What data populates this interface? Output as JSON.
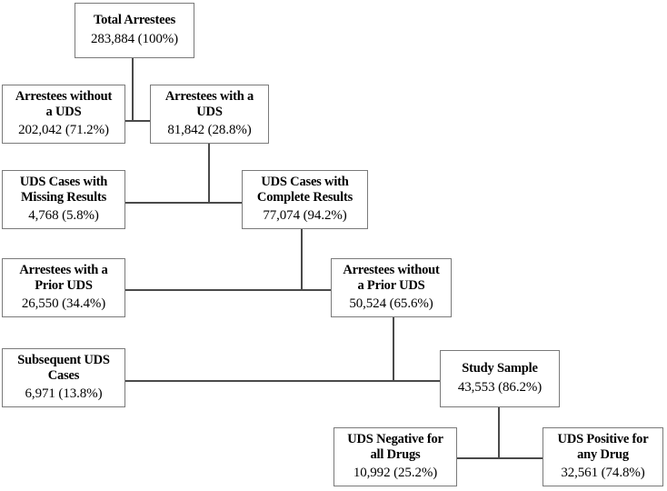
{
  "figure": {
    "type": "flowchart",
    "orientation": "top-down-cascade",
    "colors": {
      "box_border": "#7a7a7a",
      "connector": "#4a4a4a",
      "background": "#ffffff",
      "text": "#000000"
    }
  },
  "nodes": [
    {
      "id": "total-arrestees",
      "title": "Total Arrestees",
      "value": "283,884 (100%)",
      "count": 283884,
      "percent": "100%"
    },
    {
      "id": "arrestees-without-uds",
      "title": "Arrestees without\na UDS",
      "value": "202,042 (71.2%)",
      "count": 202042,
      "percent": "71.2%"
    },
    {
      "id": "arrestees-with-uds",
      "title": "Arrestees with a\nUDS",
      "value": "81,842 (28.8%)",
      "count": 81842,
      "percent": "28.8%"
    },
    {
      "id": "uds-missing-results",
      "title": "UDS Cases with\nMissing Results",
      "value": "4,768 (5.8%)",
      "count": 4768,
      "percent": "5.8%"
    },
    {
      "id": "uds-complete-results",
      "title": "UDS Cases with\nComplete Results",
      "value": "77,074 (94.2%)",
      "count": 77074,
      "percent": "94.2%"
    },
    {
      "id": "arrestees-with-prior-uds",
      "title": "Arrestees with a\nPrior UDS",
      "value": "26,550 (34.4%)",
      "count": 26550,
      "percent": "34.4%"
    },
    {
      "id": "arrestees-without-prior-uds",
      "title": "Arrestees without\na Prior UDS",
      "value": "50,524 (65.6%)",
      "count": 50524,
      "percent": "65.6%"
    },
    {
      "id": "subsequent-uds-cases",
      "title": "Subsequent UDS\nCases",
      "value": "6,971 (13.8%)",
      "count": 6971,
      "percent": "13.8%"
    },
    {
      "id": "study-sample",
      "title": "Study Sample",
      "value": "43,553 (86.2%)",
      "count": 43553,
      "percent": "86.2%"
    },
    {
      "id": "uds-negative",
      "title": "UDS Negative for\nall Drugs",
      "value": "10,992 (25.2%)",
      "count": 10992,
      "percent": "25.2%"
    },
    {
      "id": "uds-positive",
      "title": "UDS Positive for\nany Drug",
      "value": "32,561 (74.8%)",
      "count": 32561,
      "percent": "74.8%"
    }
  ]
}
